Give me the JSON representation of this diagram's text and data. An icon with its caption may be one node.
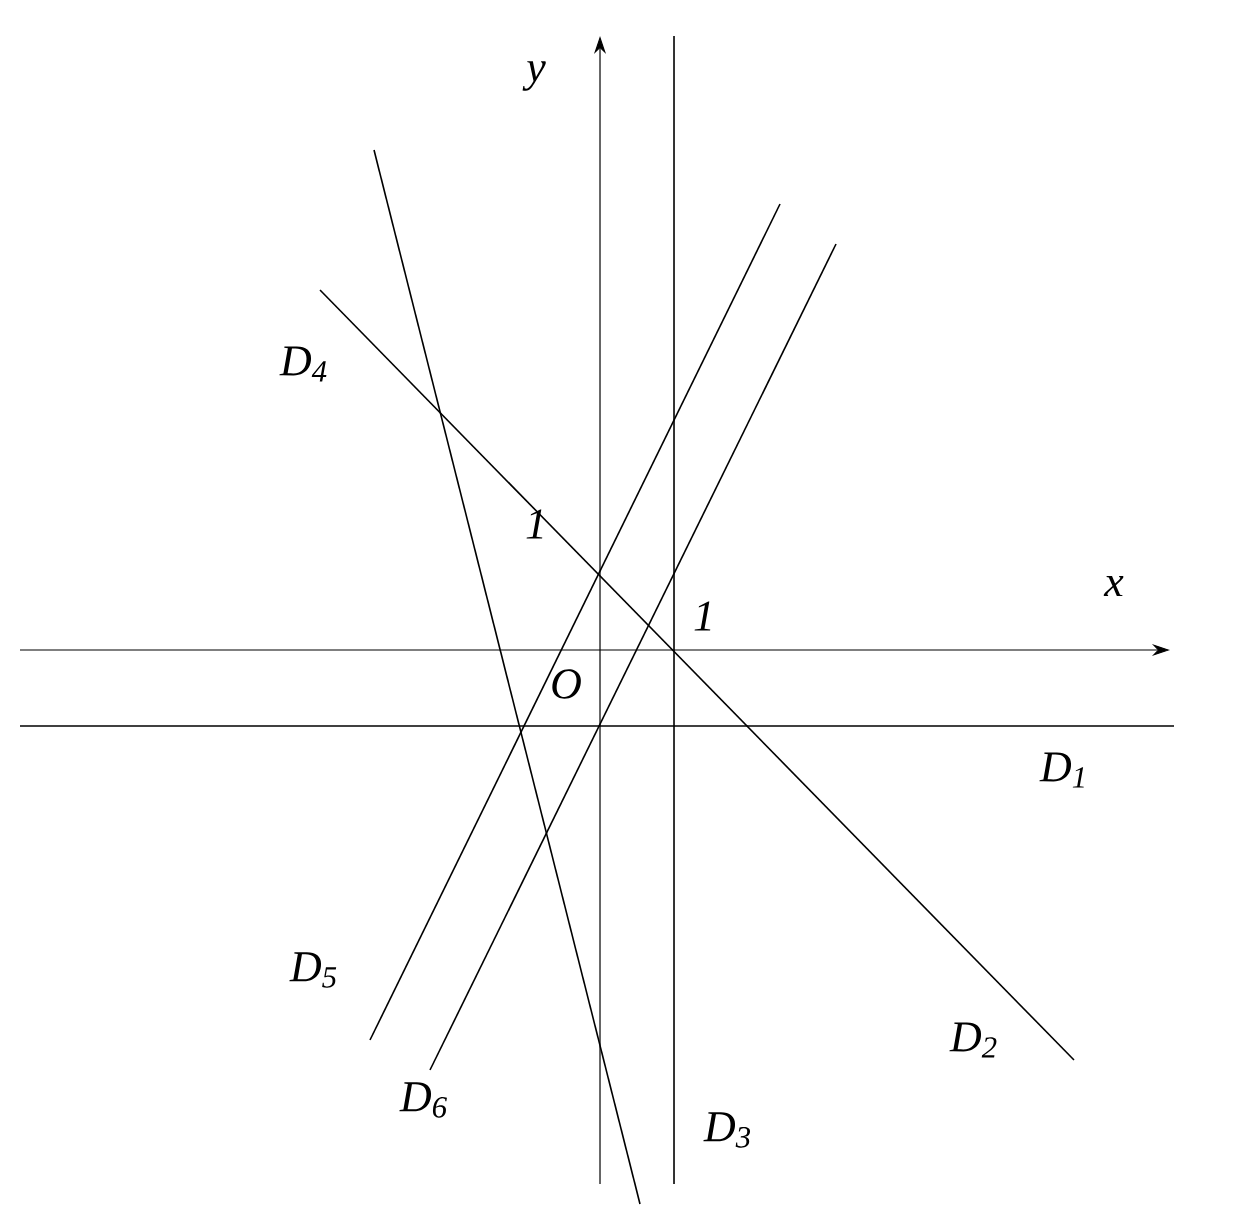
{
  "diagram": {
    "labels": [
      "y",
      "D$_{4}$",
      "1",
      "x",
      "1",
      "O",
      "D$_{1}$",
      "D$_{5}$",
      "D$_{2}$",
      "D$_{6}$",
      "D$_{3}$"
    ]
  }
}
